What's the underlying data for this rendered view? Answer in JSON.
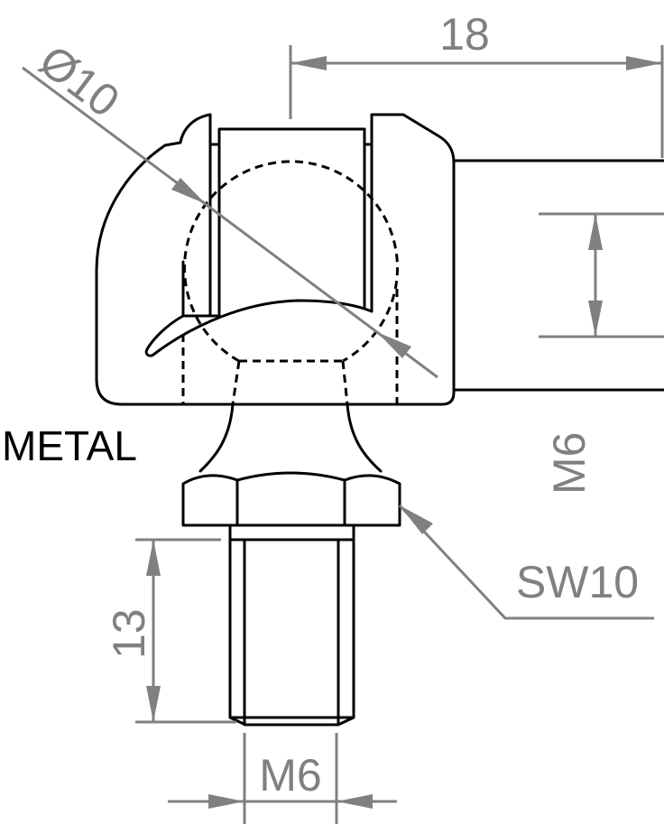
{
  "material_label": "METAL",
  "dimensions": {
    "ball_diameter": "Ø10",
    "overall_length": "18",
    "socket_thread": "M6",
    "stud_length": "13",
    "stud_thread": "M6",
    "wrench_size": "SW10"
  },
  "colors": {
    "outline": "#000000",
    "dimension": "#808080"
  }
}
